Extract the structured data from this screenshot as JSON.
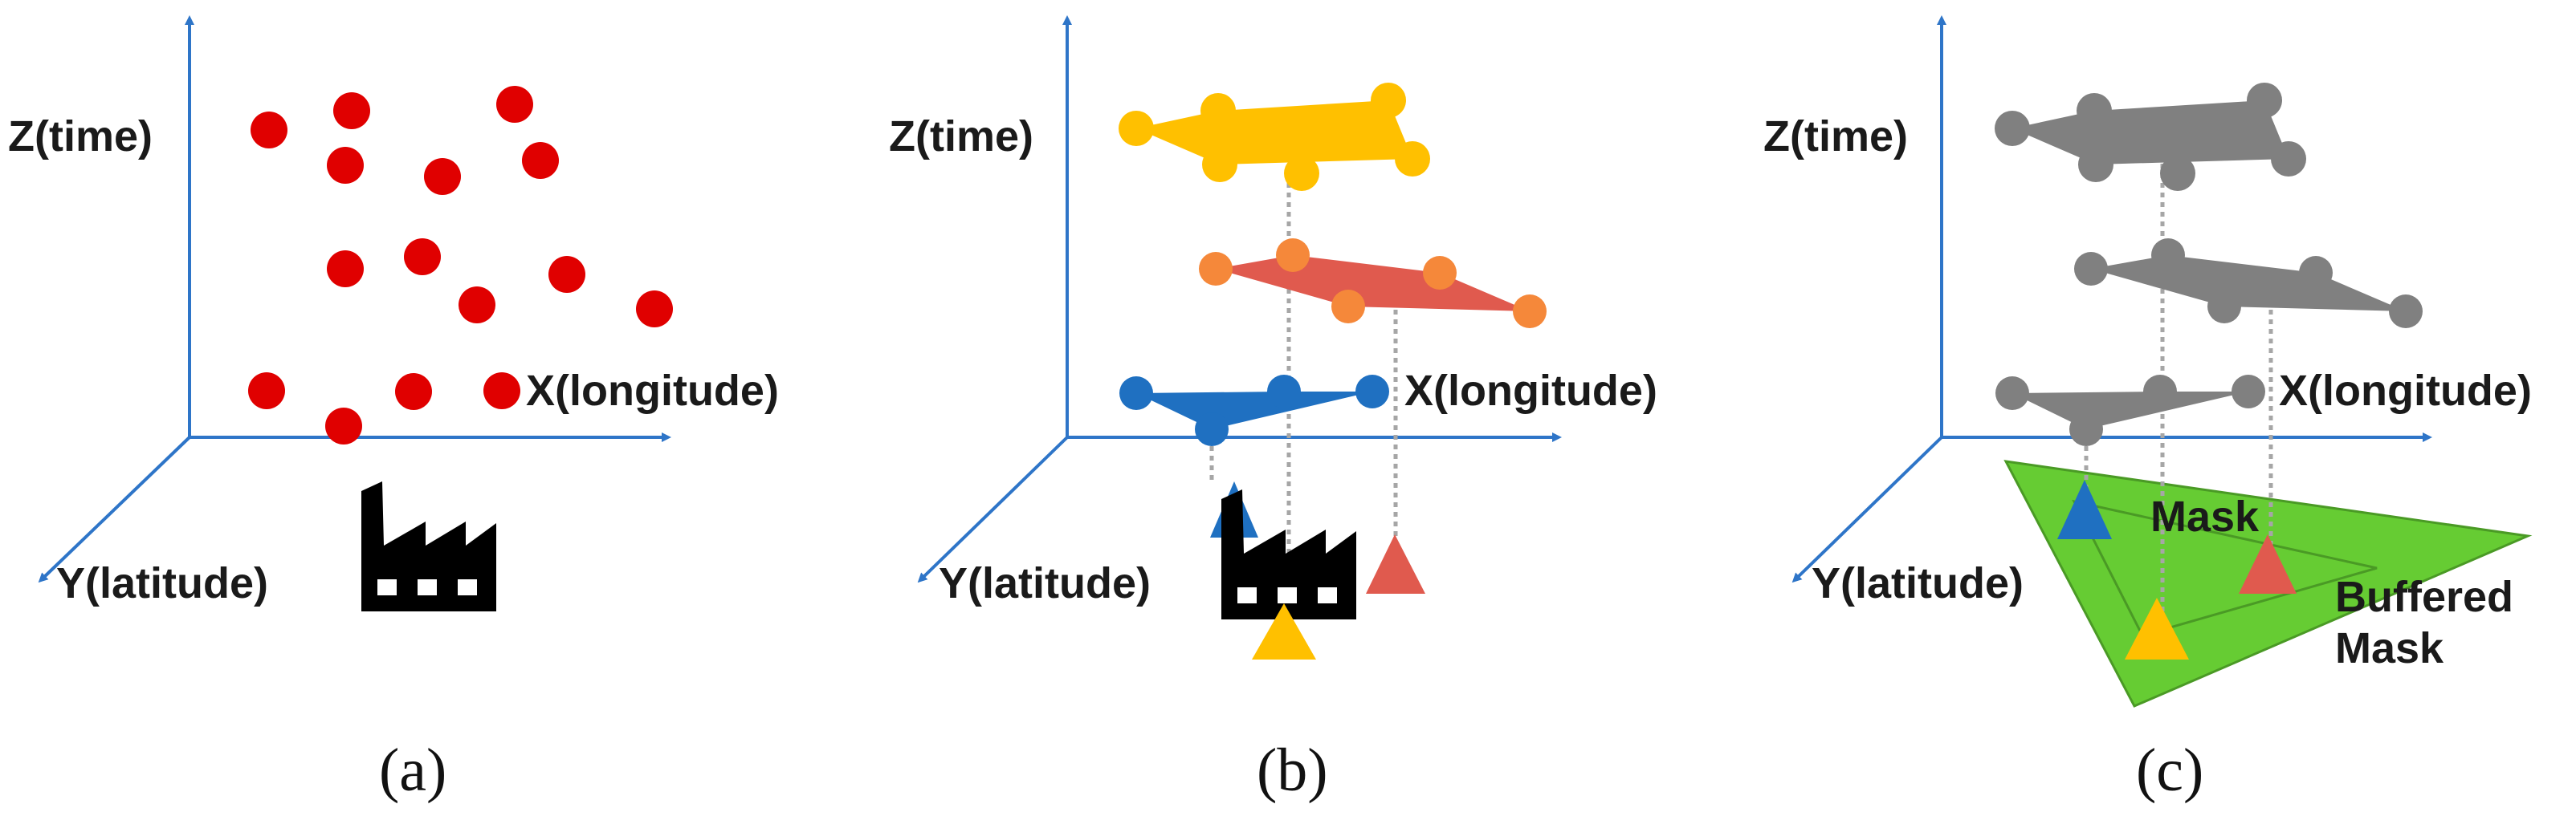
{
  "panels": [
    {
      "caption": "(a)",
      "z_axis_label": "Z(time)",
      "x_axis_label": "X(longitude)",
      "y_axis_label": "Y(latitude)"
    },
    {
      "caption": "(b)",
      "z_axis_label": "Z(time)",
      "x_axis_label": "X(longitude)",
      "y_axis_label": "Y(latitude)"
    },
    {
      "caption": "(c)",
      "z_axis_label": "Z(time)",
      "x_axis_label": "X(longitude)",
      "y_axis_label": "Y(latitude)",
      "mask_label": "Mask",
      "buffered_mask_label_line1": "Buffered",
      "buffered_mask_label_line2": "Mask"
    }
  ],
  "colors": {
    "axis": "#2e75c8",
    "point_red": "#e00000",
    "layer_top_yellow": "#ffc000",
    "layer_mid_orange": "#f5883a",
    "layer_mid_fill": "#e05a4e",
    "layer_bottom_blue": "#1f70c1",
    "gray": "#808080",
    "mask_green": "#66cc33",
    "triangle_blue": "#1f70c1",
    "triangle_red": "#e05a4e",
    "triangle_yellow": "#ffc000",
    "factory": "#000000",
    "dotted_line": "#a6a6a6"
  }
}
